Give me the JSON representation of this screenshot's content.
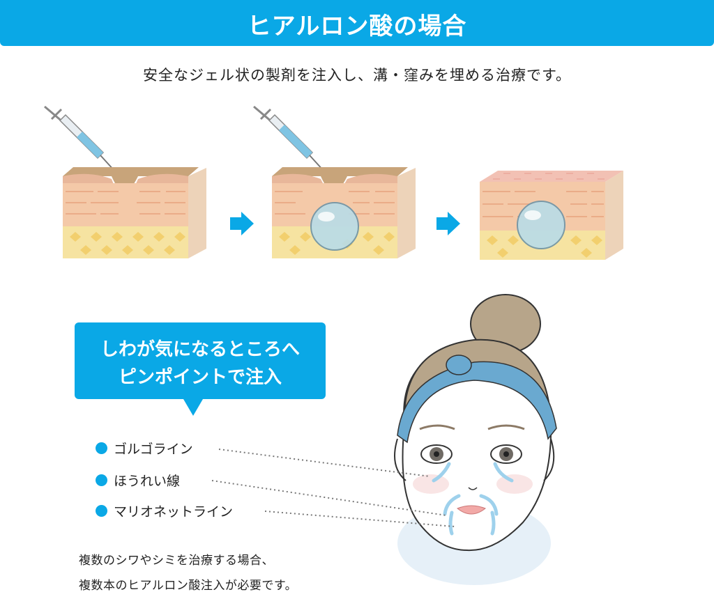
{
  "header": {
    "title": "ヒアルロン酸の場合"
  },
  "subtitle": "安全なジェル状の製剤を注入し、溝・窪みを埋める治療です。",
  "callout": {
    "line1": "しわが気になるところへ",
    "line2": "ピンポイントで注入"
  },
  "bullets": [
    {
      "label": "ゴルゴライン"
    },
    {
      "label": "ほうれい線"
    },
    {
      "label": "マリオネットライン"
    }
  ],
  "footnote": {
    "line1": "複数のシワやシミを治療する場合、",
    "line2": "複数本のヒアルロン酸注入が必要です。"
  },
  "colors": {
    "accent": "#0aa8e6",
    "skin": "#f6d3b6",
    "fat": "#f3e39a",
    "headband": "#6aa9d0",
    "hair": "#9b8b73"
  },
  "icons": [
    "syringe-icon",
    "arrow-right-icon",
    "gel-droplet-icon"
  ]
}
